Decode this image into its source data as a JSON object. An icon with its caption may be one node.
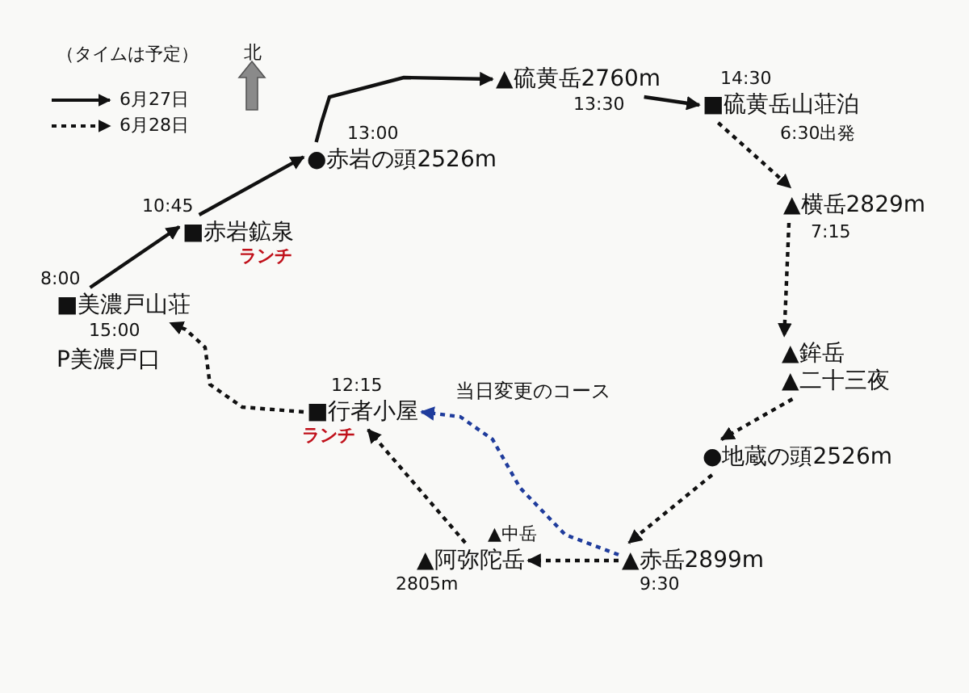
{
  "diagram": {
    "nodes": [
      {
        "text": [
          "■美濃戸山荘"
        ],
        "beside": [
          "8:00",
          "15:00"
        ]
      },
      {
        "text": [
          "■赤岩鉱泉"
        ],
        "beside": [
          "10:45",
          "ランチ"
        ]
      },
      {
        "text": [
          "●赤岩の頭2526m"
        ],
        "beside": [
          "13:00"
        ]
      },
      {
        "text": [
          "▲硫黄岳2760m"
        ],
        "beside": [
          "13:30"
        ]
      },
      {
        "text": [
          "■硫黄岳山荘泊"
        ],
        "beside": [
          "14:30",
          "6:30出発"
        ]
      },
      {
        "text": [
          "▲横岳2829m"
        ],
        "beside": [
          "7:15"
        ]
      },
      {
        "text": [
          "▲鉾岳"
        ]
      },
      {
        "text": [
          "▲二十三夜"
        ]
      },
      {
        "text": [
          "●地蔵の頭2526m"
        ]
      },
      {
        "text": [
          "▲赤岳2899m"
        ],
        "beside": [
          "9:30"
        ]
      },
      {
        "text": [
          "▲阿弥陀岳"
        ],
        "beside": [
          "2805m"
        ]
      },
      {
        "text": [
          "■行者小屋"
        ],
        "beside": [
          "12:15",
          "ランチ"
        ]
      }
    ],
    "edges": [
      {
        "from": 0,
        "to": 1,
        "arrow": "to"
      },
      {
        "from": 1,
        "to": 2,
        "arrow": "to"
      },
      {
        "from": 2,
        "to": 3,
        "arrow": "to"
      },
      {
        "from": 3,
        "to": 4,
        "arrow": "to"
      },
      {
        "from": 4,
        "to": 5,
        "arrow": "to",
        "style": "dashed"
      },
      {
        "from": 5,
        "to": 6,
        "arrow": "to",
        "style": "dashed"
      },
      {
        "from": 7,
        "to": 8,
        "arrow": "to",
        "style": "dashed"
      },
      {
        "from": 8,
        "to": 9,
        "arrow": "to",
        "style": "dashed"
      },
      {
        "from": 9,
        "to": 10,
        "arrow": "to",
        "style": "dashed"
      },
      {
        "from": 10,
        "to": 11,
        "arrow": "to",
        "style": "dashed"
      },
      {
        "from": 11,
        "to": 0,
        "arrow": "to",
        "style": "dashed"
      },
      {
        "from": 9,
        "to": 11,
        "arrow": "to",
        "style": "dashed",
        "color": "#1f3c9c",
        "label": "当日変更のコース"
      }
    ],
    "labels": [
      "（タイムは予定）",
      "北",
      "P美濃戸口",
      "▲中岳"
    ],
    "legend": [
      {
        "text": "6月27日"
      },
      {
        "text": "6月28日"
      }
    ]
  }
}
